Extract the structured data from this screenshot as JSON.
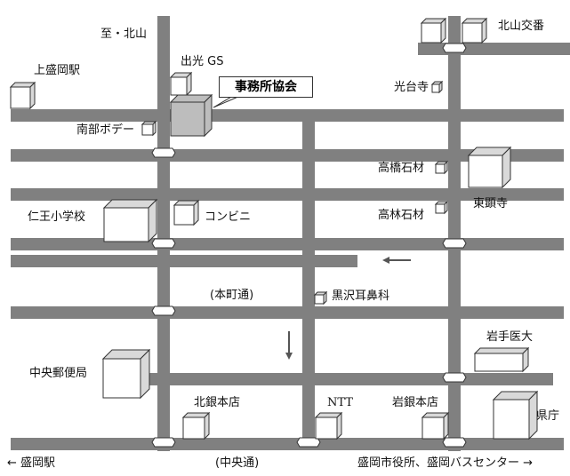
{
  "labels": {
    "north": "至・北山",
    "kamimorioka": "上盛岡駅",
    "idemitsu": "出光 GS",
    "office": "事務所協会",
    "kitayama_koban": "北山交番",
    "kodaiji": "光台寺",
    "nanbu": "南部ボデー",
    "takahashi": "高橋石材",
    "toukenji": "東顕寺",
    "niou": "仁王小学校",
    "conveni": "コンビニ",
    "takabayashi": "高林石材",
    "honcho": "(本町通)",
    "kurosawa": "黒沢耳鼻科",
    "iwate_med": "岩手医大",
    "post": "中央郵便局",
    "kitagin": "北銀本店",
    "ntt": "NTT",
    "iwagin": "岩銀本店",
    "kencho": "県庁",
    "chuo": "(中央通)",
    "bottom_left": "← 盛岡駅",
    "bottom_right": "盛岡市役所、盛岡バスセンター →"
  },
  "colors": {
    "road": "#808080",
    "building": "#ffffff",
    "building_side": "#d9d9d9",
    "office_fill": "#bdbdbd",
    "signal": "#ffffff",
    "text": "#111111"
  }
}
